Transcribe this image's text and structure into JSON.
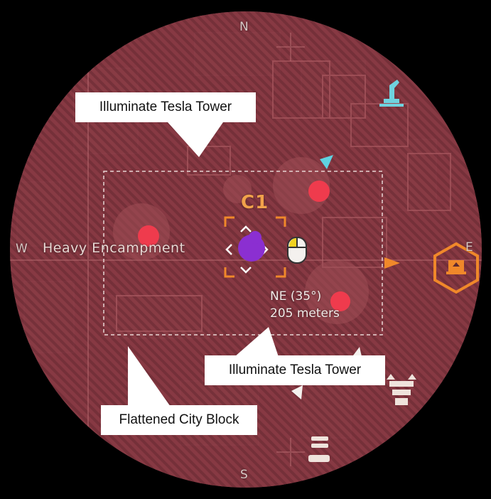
{
  "compass": {
    "north": "N",
    "south": "S",
    "west": "W",
    "east": "E"
  },
  "map": {
    "zone_label": "Heavy Encampment",
    "sector_label": "C1",
    "waypoint": {
      "direction": "NE (35°)",
      "distance": "205 meters"
    }
  },
  "annotations": {
    "callout_top": "Illuminate Tesla Tower",
    "callout_right": "Illuminate Tesla Tower",
    "callout_bottom_left": "Flattened City Block"
  },
  "colors": {
    "map_red": "#8f3a44",
    "enemy_marker": "#ef3b4d",
    "objective_orange": "#f0882a",
    "player_purple": "#8b2fd1",
    "ally_cyan": "#5fd2e0"
  },
  "icons": [
    "compass-rose",
    "ally-arrow",
    "objective-hexagon",
    "mouse-icon",
    "player-marker",
    "tower-icon",
    "ammo-icon"
  ]
}
